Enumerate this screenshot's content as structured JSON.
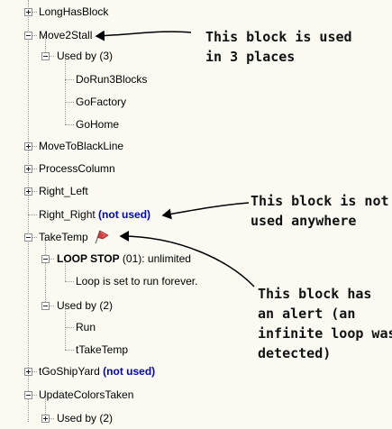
{
  "tree": {
    "items": {
      "longhasblock": "LongHasBlock",
      "move2stall": "Move2Stall",
      "move2stall_usedby": "Used by (3)",
      "dorun3blocks": "DoRun3Blocks",
      "gofactory": "GoFactory",
      "gohome": "GoHome",
      "movetoblackline": "MoveToBlackLine",
      "processcolumn": "ProcessColumn",
      "right_left": "Right_Left",
      "right_right": "Right_Right",
      "taketemp": "TakeTemp",
      "loopstop_label": "LOOP STOP",
      "loopstop_detail": " (01): unlimited",
      "loop_message": "Loop is set to run forever.",
      "taketemp_usedby": "Used by (2)",
      "run": "Run",
      "ttaketemp": "tTakeTemp",
      "tgoshipyard": "tGoShipYard",
      "updatecolorstaken": "UpdateColorsTaken",
      "updatecolors_usedby": "Used by (2)"
    },
    "not_used_badge": "(not used)"
  },
  "annotations": {
    "used_in_3": "This block is used\nin 3 places",
    "not_used": "This block is not\nused anywhere",
    "alert": "This block has\nan alert (an\ninfinite loop was\ndetected)"
  },
  "icons": {
    "alert_flag": "red-flag-icon",
    "expand": "plus-box-icon",
    "collapse": "minus-box-icon"
  },
  "colors": {
    "background": "#fafaf3",
    "not_used": "#0000c8",
    "flag": "#d23b3b"
  }
}
